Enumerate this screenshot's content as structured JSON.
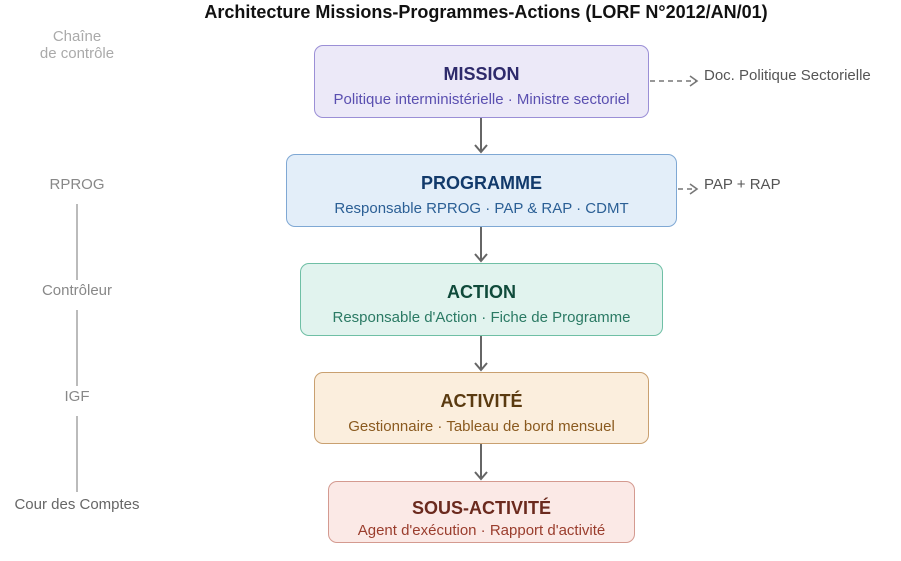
{
  "title": "Architecture Missions-Programmes-Actions (LORF N°2012/AN/01)",
  "levels": [
    {
      "title": "MISSION",
      "subtitle": "Politique interministérielle · Ministre sectoriel",
      "bg": "#ece9f8",
      "border": "#9b8fd6",
      "title_color": "#2e2a6b",
      "sub_color": "#5a4fb0"
    },
    {
      "title": "PROGRAMME",
      "subtitle": "Responsable RPROG · PAP & RAP · CDMT",
      "bg": "#e3eef9",
      "border": "#7fa8d4",
      "title_color": "#123a6b",
      "sub_color": "#2b5f95"
    },
    {
      "title": "ACTION",
      "subtitle": "Responsable d'Action · Fiche de Programme",
      "bg": "#e1f3ee",
      "border": "#6fbfa5",
      "title_color": "#0f4a3a",
      "sub_color": "#2b7a64"
    },
    {
      "title": "ACTIVITÉ",
      "subtitle": "Gestionnaire · Tableau de bord mensuel",
      "bg": "#fbeedd",
      "border": "#c9a070",
      "title_color": "#5a3a10",
      "sub_color": "#8a5a1f"
    },
    {
      "title": "SOUS-ACTIVITÉ",
      "subtitle": "Agent d'exécution · Rapport d'activité",
      "bg": "#fbe9e6",
      "border": "#d49a90",
      "title_color": "#6b2a1e",
      "sub_color": "#9a3d2d"
    }
  ],
  "control_chain": {
    "header_line1": "Chaîne",
    "header_line2": "de contrôle",
    "items": [
      "RPROG",
      "Contrôleur",
      "IGF",
      "Cour des Comptes"
    ]
  },
  "outputs": {
    "mission": "Doc. Politique Sectorielle",
    "programme": "PAP + RAP"
  }
}
